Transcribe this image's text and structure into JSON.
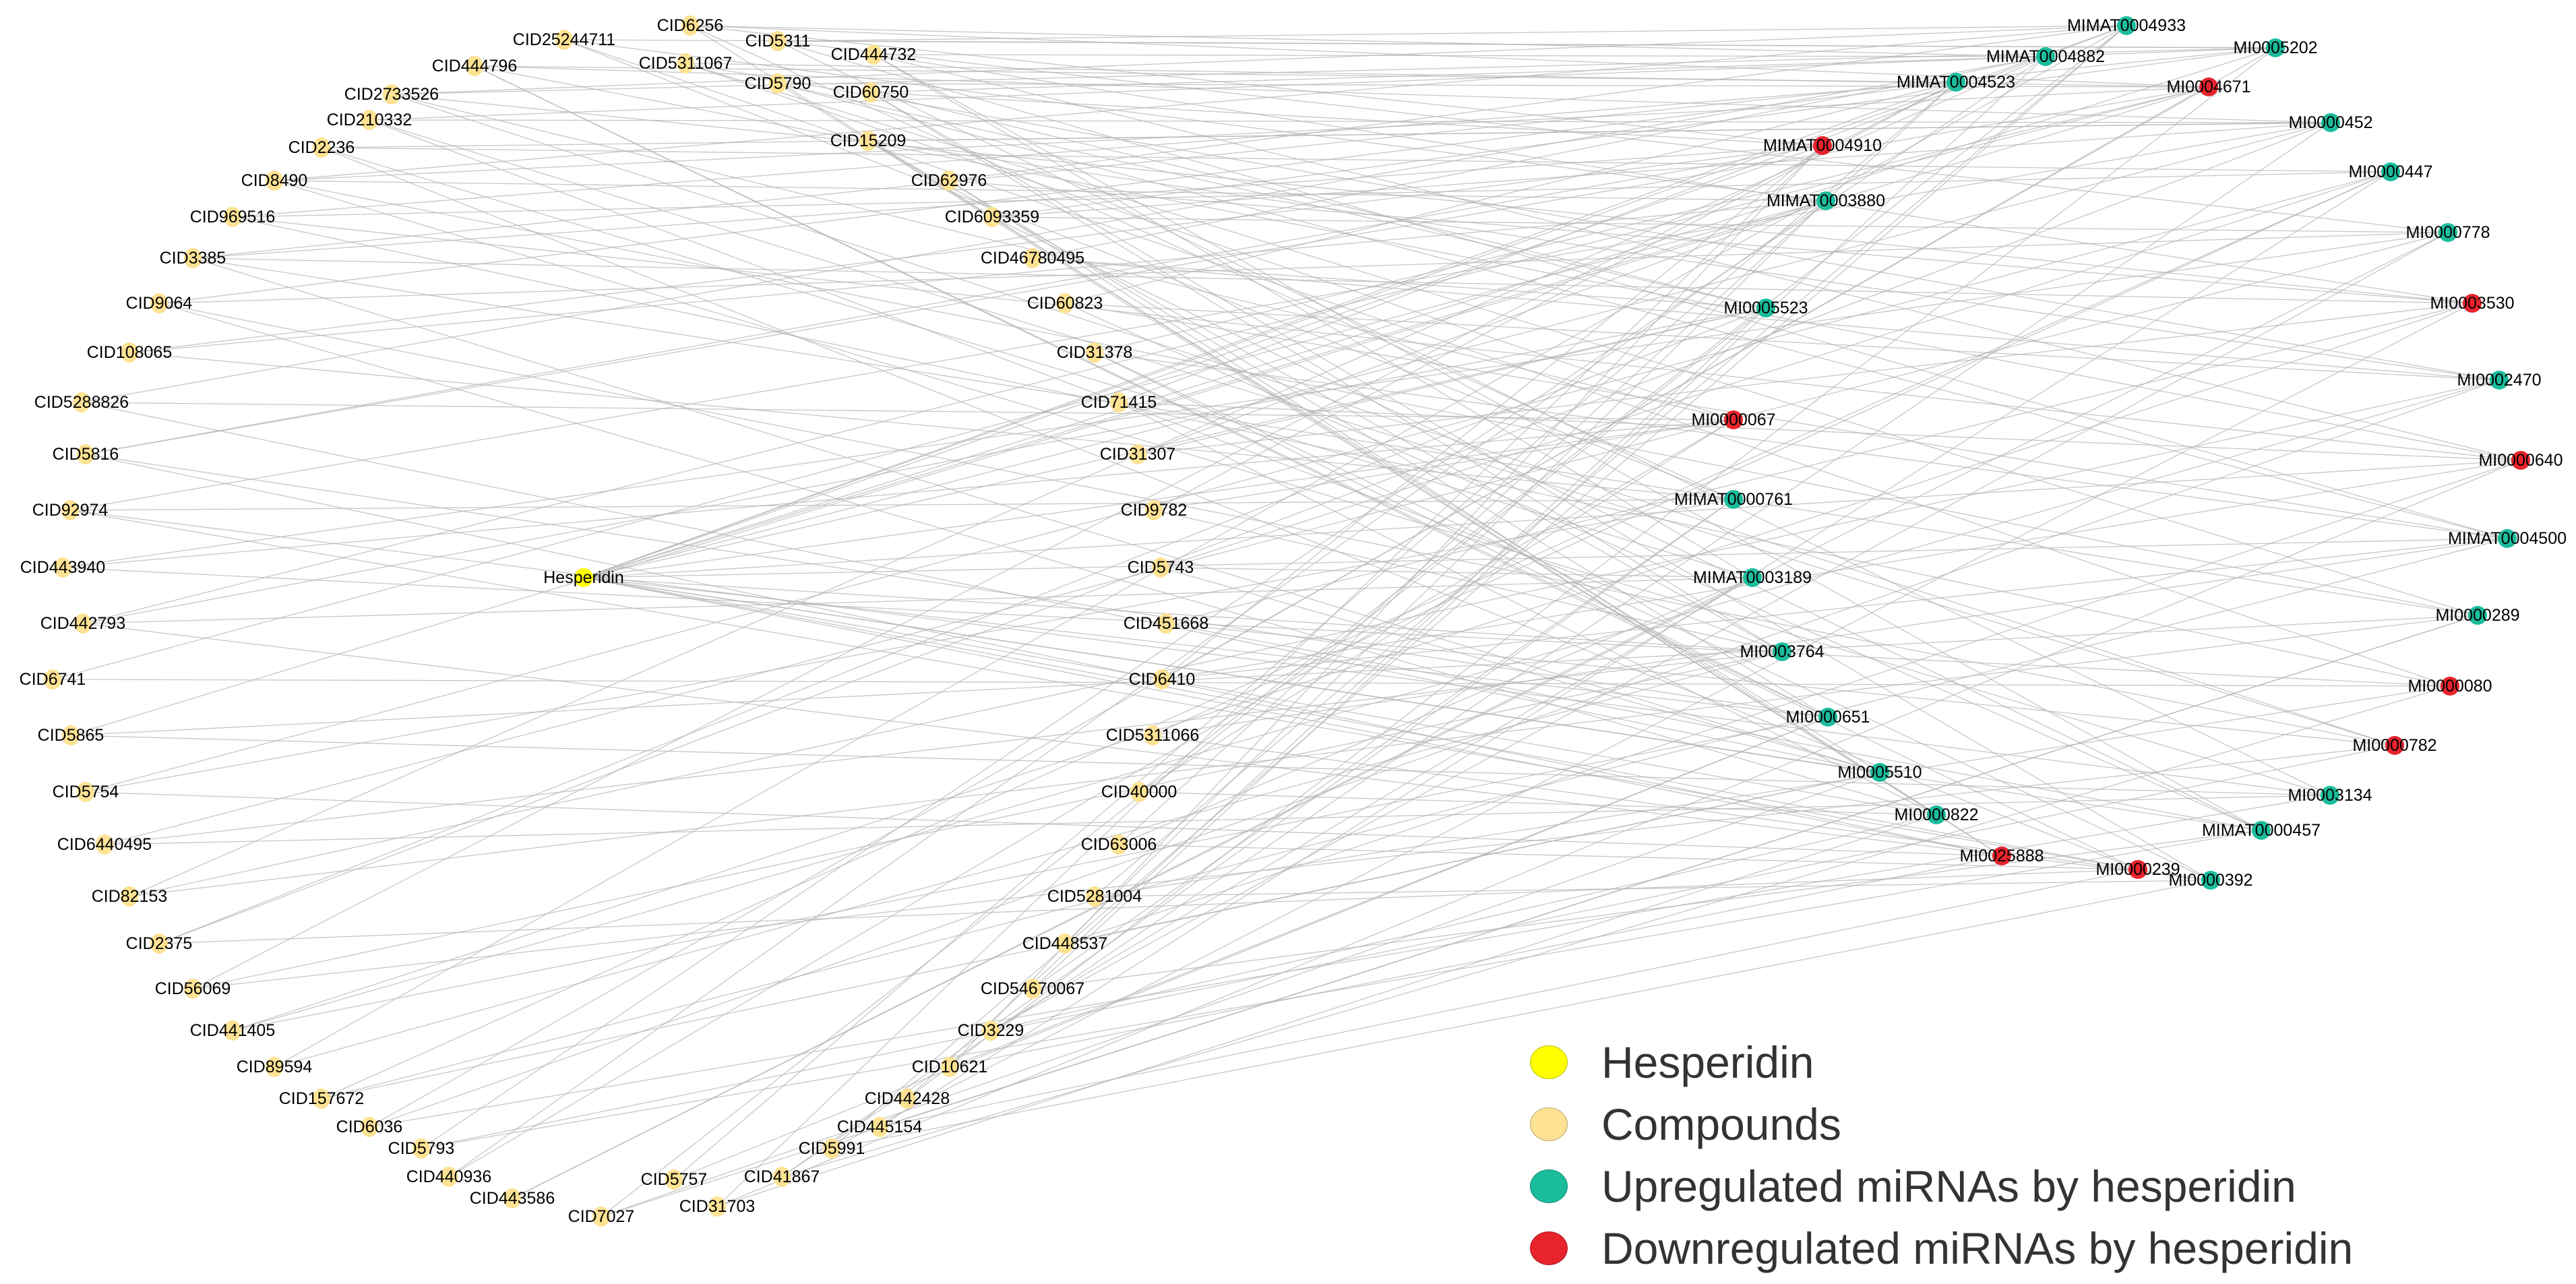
{
  "colors": {
    "hesperidin": "#ffff00",
    "compound": "#fde293",
    "up": "#1abc9c",
    "down": "#e8232c",
    "edge": "#b4b4b4"
  },
  "legend": [
    {
      "label": "Hesperidin",
      "color": "#ffff00"
    },
    {
      "label": "Compounds",
      "color": "#fde293"
    },
    {
      "label": "Upregulated miRNAs by hesperidin",
      "color": "#1abc9c"
    },
    {
      "label": "Downregulated miRNAs by hesperidin",
      "color": "#e8232c"
    }
  ],
  "hub": "Hesperidin",
  "compounds": [
    "CID25244711",
    "CID6256",
    "CID5311",
    "CID444796",
    "CID5311067",
    "CID444732",
    "CID2733526",
    "CID5790",
    "CID60750",
    "CID210332",
    "CID2236",
    "CID15209",
    "CID8490",
    "CID62976",
    "CID969516",
    "CID6093359",
    "CID3385",
    "CID46780495",
    "CID9064",
    "CID60823",
    "CID108065",
    "CID31378",
    "CID5288826",
    "CID71415",
    "CID5816",
    "CID31307",
    "CID92974",
    "CID9782",
    "CID443940",
    "CID5743",
    "CID442793",
    "CID451668",
    "CID6741",
    "CID6410",
    "CID5865",
    "CID5311066",
    "CID5754",
    "CID40000",
    "CID6440495",
    "CID63006",
    "CID82153",
    "CID5281004",
    "CID2375",
    "CID448537",
    "CID56069",
    "CID54670067",
    "CID441405",
    "CID3229",
    "CID89594",
    "CID10621",
    "CID157672",
    "CID442428",
    "CID6036",
    "CID445154",
    "CID5793",
    "CID5991",
    "CID440936",
    "CID41867",
    "CID443586",
    "CID5757",
    "CID7027",
    "CID31703"
  ],
  "mirnas": [
    {
      "label": "MIMAT0004933",
      "reg": "up"
    },
    {
      "label": "MI0005202",
      "reg": "up"
    },
    {
      "label": "MIMAT0004882",
      "reg": "up"
    },
    {
      "label": "MIMAT0004523",
      "reg": "up"
    },
    {
      "label": "MI0004671",
      "reg": "down"
    },
    {
      "label": "MI0000452",
      "reg": "up"
    },
    {
      "label": "MIMAT0004910",
      "reg": "down"
    },
    {
      "label": "MI0000447",
      "reg": "up"
    },
    {
      "label": "MIMAT0003880",
      "reg": "up"
    },
    {
      "label": "MI0000778",
      "reg": "up"
    },
    {
      "label": "MI0003530",
      "reg": "down"
    },
    {
      "label": "MI0005523",
      "reg": "up"
    },
    {
      "label": "MI0002470",
      "reg": "up"
    },
    {
      "label": "MI0000067",
      "reg": "down"
    },
    {
      "label": "MI0000640",
      "reg": "down"
    },
    {
      "label": "MIMAT0000761",
      "reg": "up"
    },
    {
      "label": "MIMAT0004500",
      "reg": "up"
    },
    {
      "label": "MIMAT0003189",
      "reg": "up"
    },
    {
      "label": "MI0000289",
      "reg": "up"
    },
    {
      "label": "MI0003764",
      "reg": "up"
    },
    {
      "label": "MI0000080",
      "reg": "down"
    },
    {
      "label": "MI0000651",
      "reg": "up"
    },
    {
      "label": "MI0000782",
      "reg": "down"
    },
    {
      "label": "MI0005510",
      "reg": "up"
    },
    {
      "label": "MI0003134",
      "reg": "up"
    },
    {
      "label": "MI0000822",
      "reg": "up"
    },
    {
      "label": "MIMAT0000457",
      "reg": "up"
    },
    {
      "label": "MI0025888",
      "reg": "down"
    },
    {
      "label": "MI0000239",
      "reg": "down"
    },
    {
      "label": "MI0000392",
      "reg": "up"
    }
  ]
}
